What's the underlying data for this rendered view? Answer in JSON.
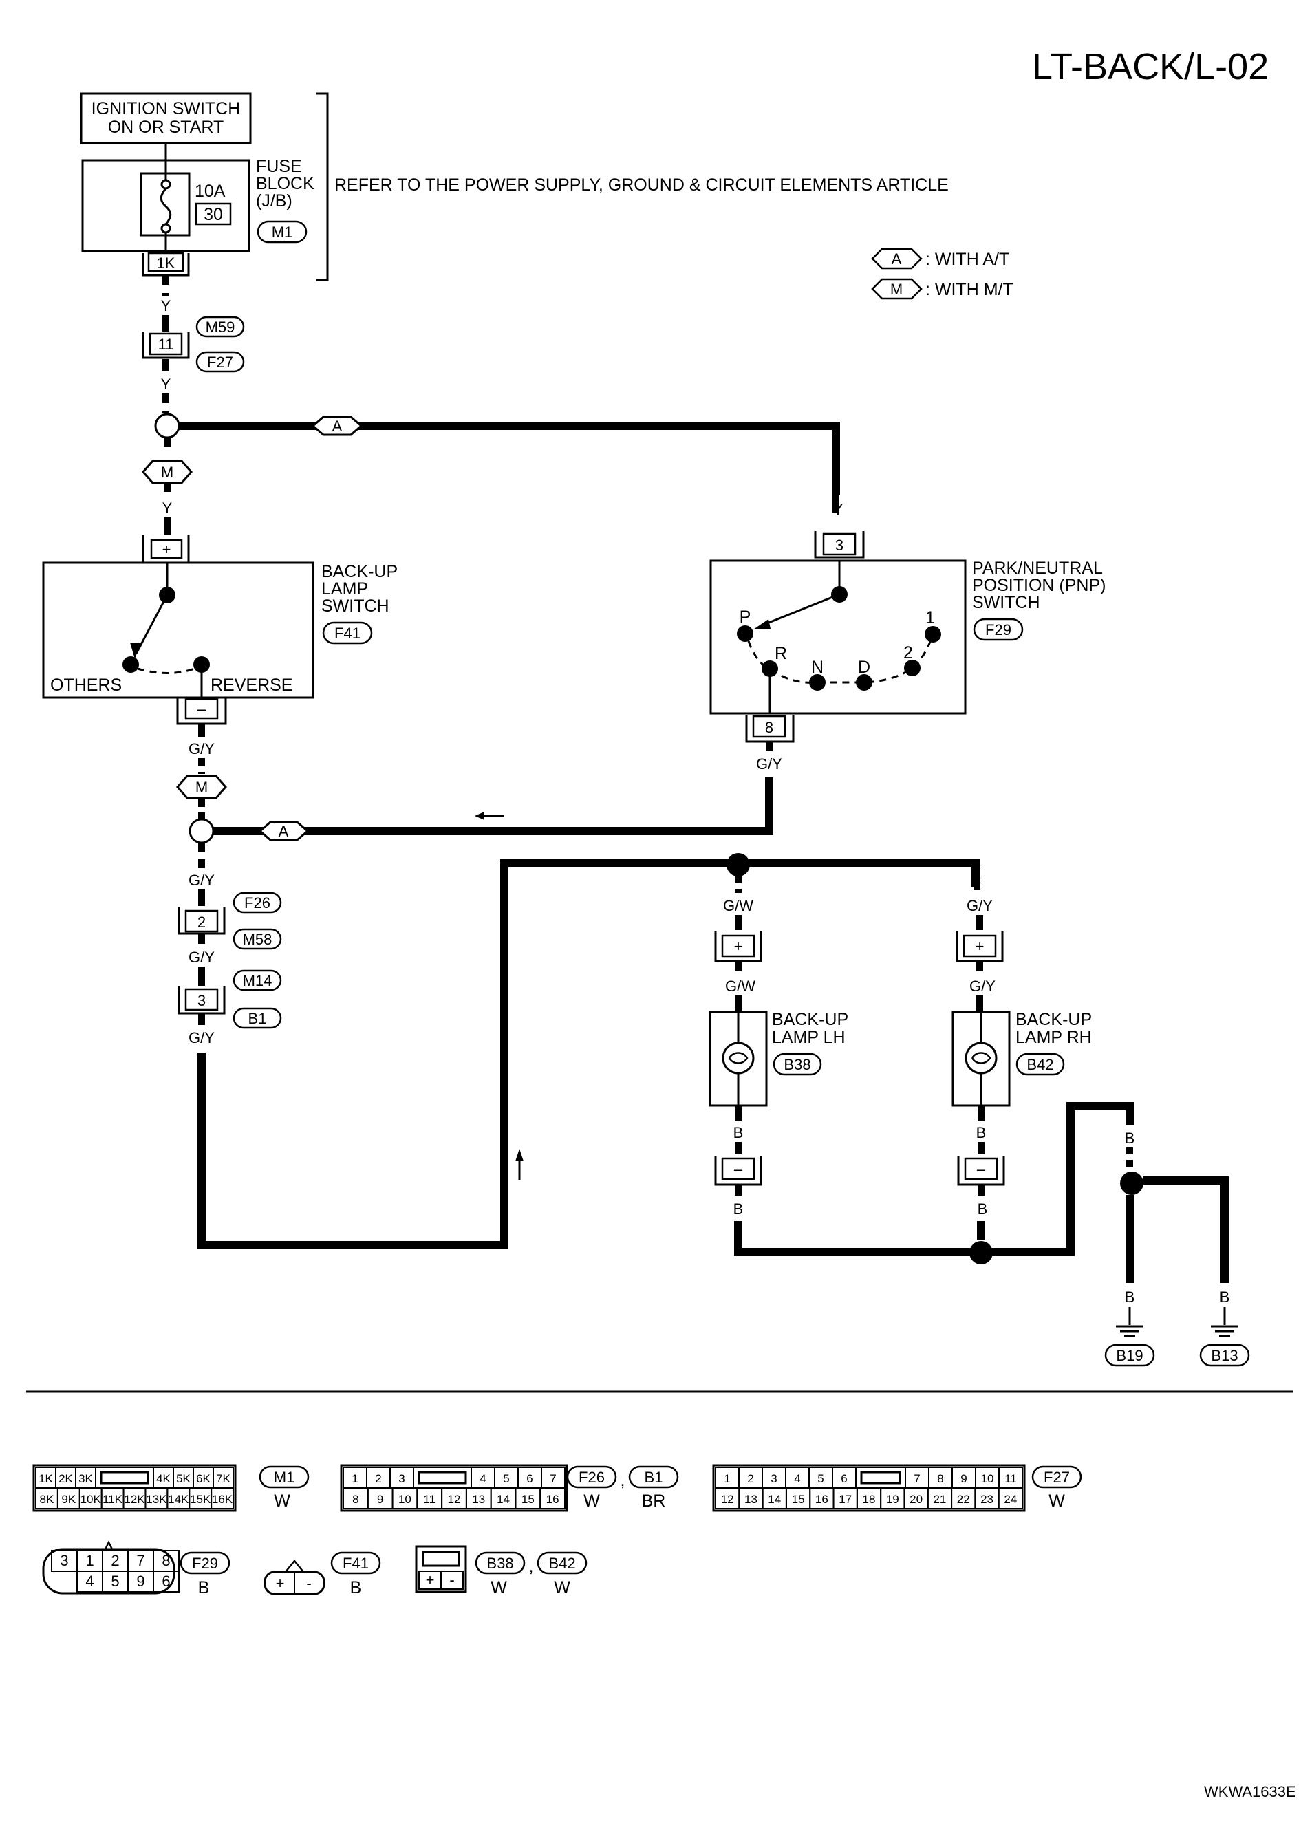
{
  "header": {
    "title": "LT-BACK/L-02",
    "figure_code": "WKWA1633E"
  },
  "legend": [
    {
      "code": "A",
      "text": ": WITH A/T"
    },
    {
      "code": "M",
      "text": ": WITH M/T"
    }
  ],
  "supply": {
    "ignition_line1": "IGNITION SWITCH",
    "ignition_line2": "ON OR START",
    "fuse_line1": "FUSE",
    "fuse_line2": "BLOCK",
    "fuse_line3": "(J/B)",
    "fuse_rating": "10A",
    "fuse_number": "30",
    "fuse_connector": "M1",
    "fuse_terminal": "1K",
    "note": "REFER TO THE POWER SUPPLY, GROUND & CIRCUIT ELEMENTS ARTICLE"
  },
  "harness": {
    "conn_11": "11",
    "m59": "M59",
    "f27": "F27",
    "conn_2": "2",
    "f26": "F26",
    "m58": "M58",
    "conn_3": "3",
    "m14": "M14",
    "b1": "B1"
  },
  "wires": {
    "y": "Y",
    "gy": "G/Y",
    "gw": "G/W",
    "b": "B",
    "branch_a": "A",
    "branch_m": "M"
  },
  "backup_switch": {
    "line1": "BACK-UP",
    "line2": "LAMP",
    "line3": "SWITCH",
    "connector": "F41",
    "pin_plus": "+",
    "pin_minus": "–",
    "others": "OTHERS",
    "reverse": "REVERSE"
  },
  "pnp_switch": {
    "line1": "PARK/NEUTRAL",
    "line2": "POSITION (PNP)",
    "line3": "SWITCH",
    "connector": "F29",
    "pin_in": "3",
    "pin_out": "8",
    "positions": [
      "P",
      "R",
      "N",
      "D",
      "2",
      "1"
    ]
  },
  "lamp_lh": {
    "line1": "BACK-UP",
    "line2": "LAMP LH",
    "connector": "B38",
    "plus": "+",
    "minus": "–"
  },
  "lamp_rh": {
    "line1": "BACK-UP",
    "line2": "LAMP RH",
    "connector": "B42",
    "plus": "+",
    "minus": "–"
  },
  "grounds": [
    "B19",
    "B13"
  ],
  "connector_views": {
    "m1": {
      "name": "M1",
      "color": "W",
      "top": [
        "1K",
        "2K",
        "3K",
        "4K",
        "5K",
        "6K",
        "7K"
      ],
      "bottom": [
        "8K",
        "9K",
        "10K",
        "11K",
        "12K",
        "13K",
        "14K",
        "15K",
        "16K"
      ]
    },
    "f26_b1": {
      "names": [
        "F26",
        "B1"
      ],
      "separator": ",",
      "colors": [
        "W",
        "BR"
      ],
      "top": [
        "1",
        "2",
        "3",
        "4",
        "5",
        "6",
        "7"
      ],
      "bottom": [
        "8",
        "9",
        "10",
        "11",
        "12",
        "13",
        "14",
        "15",
        "16"
      ]
    },
    "f27": {
      "name": "F27",
      "color": "W",
      "top": [
        "1",
        "2",
        "3",
        "4",
        "5",
        "6",
        "7",
        "8",
        "9",
        "10",
        "11"
      ],
      "bottom": [
        "12",
        "13",
        "14",
        "15",
        "16",
        "17",
        "18",
        "19",
        "20",
        "21",
        "22",
        "23",
        "24"
      ]
    },
    "f29": {
      "name": "F29",
      "color": "B",
      "top": [
        "3",
        "1",
        "2",
        "7",
        "8"
      ],
      "bottom": [
        "4",
        "5",
        "9",
        "6"
      ]
    },
    "f41": {
      "name": "F41",
      "color": "B",
      "pins": [
        "+",
        "-"
      ]
    },
    "b38_b42": {
      "names": [
        "B38",
        "B42"
      ],
      "separator": ",",
      "colors": [
        "W",
        "W"
      ],
      "pins": [
        "+",
        "-"
      ]
    }
  },
  "colors": {
    "wire": "#000000",
    "background": "#ffffff"
  }
}
